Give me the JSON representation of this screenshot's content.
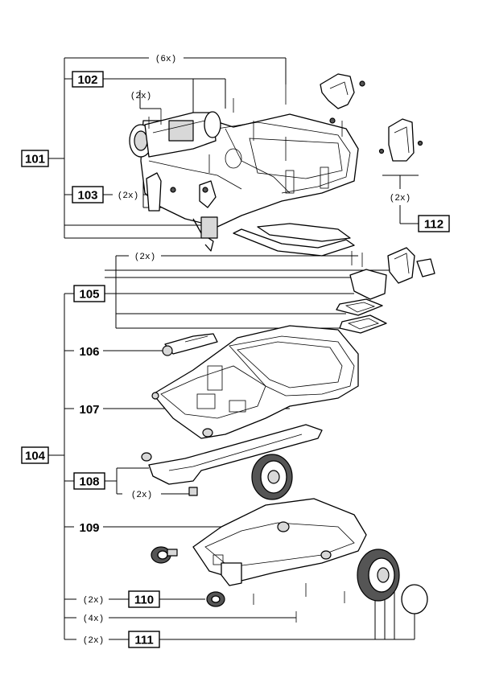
{
  "callouts": {
    "c101": "101",
    "c102": "102",
    "c103": "103",
    "c104": "104",
    "c105": "105",
    "c106": "106",
    "c107": "107",
    "c108": "108",
    "c109": "109",
    "c110": "110",
    "c111": "111",
    "c112": "112"
  },
  "quantities": {
    "q6x": "(6x)",
    "q2x_a": "(2x)",
    "q2x_103": "(2x)",
    "q2x_112": "(2x)",
    "q2x_105": "(2x)",
    "q2x_108": "(2x)",
    "q2x_110": "(2x)",
    "q4x": "(4x)",
    "q2x_111": "(2x)"
  }
}
